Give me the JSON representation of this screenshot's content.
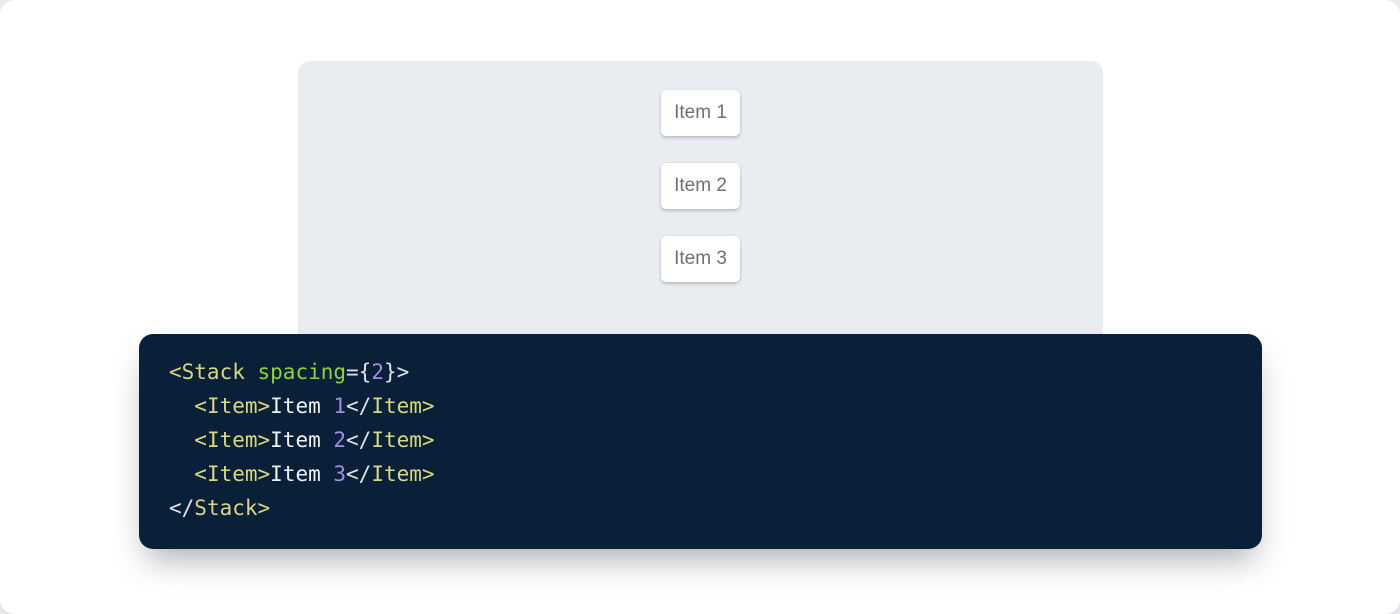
{
  "theme": {
    "backdrop": "#e9ebee",
    "page_background": "#ffffff",
    "panel_background": "#E9EDF1",
    "item_text_color": "#6c6f73",
    "code_background": "#0A1F38"
  },
  "demo": {
    "items": [
      {
        "label": "Item 1"
      },
      {
        "label": "Item 2"
      },
      {
        "label": "Item 3"
      }
    ]
  },
  "code": {
    "colors": {
      "tag": "#D9D87E",
      "attr": "#8CD636",
      "punct": "#DEE4EA",
      "number": "#A48BE3",
      "plain": "#F1F4F8"
    },
    "lines": [
      [
        {
          "t": "<Stack",
          "c": "tag"
        },
        {
          "t": " ",
          "c": "plain"
        },
        {
          "t": "spacing",
          "c": "attr"
        },
        {
          "t": "={",
          "c": "punct"
        },
        {
          "t": "2",
          "c": "number"
        },
        {
          "t": "}>",
          "c": "punct"
        }
      ],
      [
        {
          "t": "  ",
          "c": "plain"
        },
        {
          "t": "<Item>",
          "c": "tag"
        },
        {
          "t": "Item ",
          "c": "plain"
        },
        {
          "t": "1",
          "c": "number"
        },
        {
          "t": "</",
          "c": "punct"
        },
        {
          "t": "Item>",
          "c": "tag"
        }
      ],
      [
        {
          "t": "  ",
          "c": "plain"
        },
        {
          "t": "<Item>",
          "c": "tag"
        },
        {
          "t": "Item ",
          "c": "plain"
        },
        {
          "t": "2",
          "c": "number"
        },
        {
          "t": "</",
          "c": "punct"
        },
        {
          "t": "Item>",
          "c": "tag"
        }
      ],
      [
        {
          "t": "  ",
          "c": "plain"
        },
        {
          "t": "<Item>",
          "c": "tag"
        },
        {
          "t": "Item ",
          "c": "plain"
        },
        {
          "t": "3",
          "c": "number"
        },
        {
          "t": "</",
          "c": "punct"
        },
        {
          "t": "Item>",
          "c": "tag"
        }
      ],
      [
        {
          "t": "</",
          "c": "punct"
        },
        {
          "t": "Stack>",
          "c": "tag"
        }
      ]
    ]
  }
}
